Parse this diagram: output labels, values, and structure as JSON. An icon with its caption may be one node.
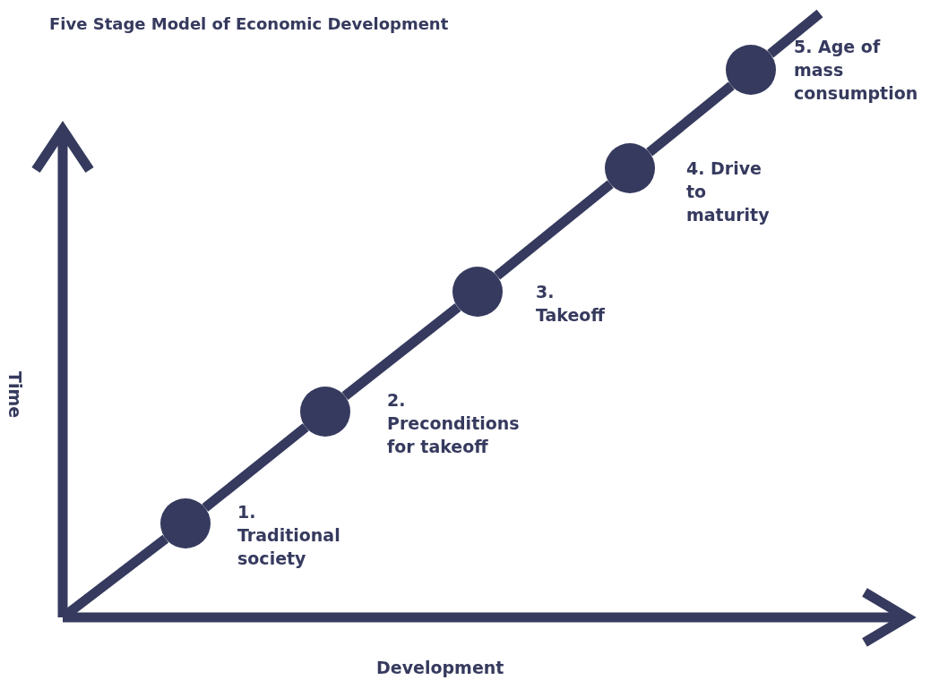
{
  "diagram": {
    "title": "Five Stage Model of Economic Development",
    "nodes": [
      {
        "text": [],
        "shape": "circle",
        "beside": [
          "1. Traditional society"
        ]
      },
      {
        "text": [],
        "shape": "circle",
        "beside": [
          "2. Preconditions for takeoff"
        ]
      },
      {
        "text": [],
        "shape": "circle",
        "beside": [
          "3. Takeoff"
        ]
      },
      {
        "text": [],
        "shape": "circle",
        "beside": [
          "4. Drive to maturity"
        ]
      },
      {
        "text": [],
        "shape": "circle",
        "beside": [
          "5. Age of mass consumption"
        ]
      }
    ],
    "edges": [
      {
        "from": 0,
        "to": 1,
        "arrow": "none"
      },
      {
        "from": 1,
        "to": 2,
        "arrow": "none"
      },
      {
        "from": 2,
        "to": 3,
        "arrow": "none"
      },
      {
        "from": 3,
        "to": 4,
        "arrow": "none"
      }
    ],
    "labels": [
      "Time",
      "Development"
    ]
  }
}
